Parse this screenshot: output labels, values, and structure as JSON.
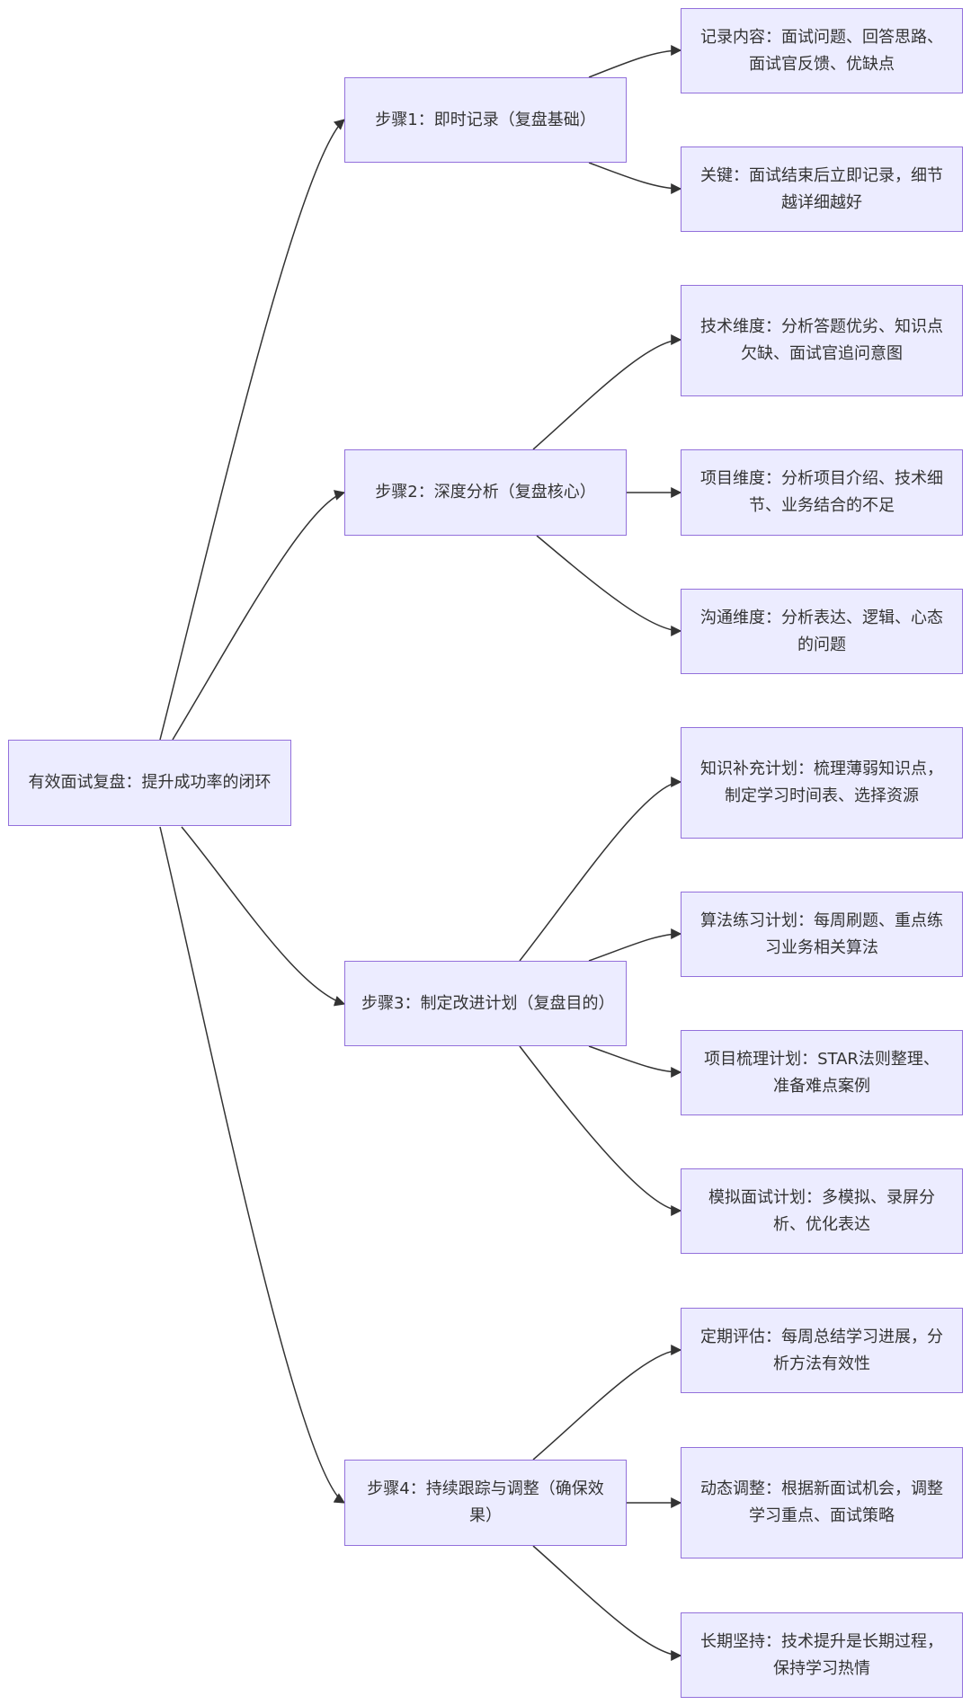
{
  "nodes": {
    "root": "有效面试复盘：提升成功率的闭环",
    "step1": "步骤1：即时记录（复盘基础）",
    "step1_content": "记录内容：面试问题、回答思路、面试官反馈、优缺点",
    "step1_key": "关键：面试结束后立即记录，细节越详细越好",
    "step2": "步骤2：深度分析（复盘核心）",
    "step2_tech": "技术维度：分析答题优劣、知识点欠缺、面试官追问意图",
    "step2_project": "项目维度：分析项目介绍、技术细节、业务结合的不足",
    "step2_comm": "沟通维度：分析表达、逻辑、心态的问题",
    "step3": "步骤3：制定改进计划（复盘目的）",
    "step3_knowledge": "知识补充计划：梳理薄弱知识点，制定学习时间表、选择资源",
    "step3_algo": "算法练习计划：每周刷题、重点练习业务相关算法",
    "step3_project": "项目梳理计划：STAR法则整理、准备难点案例",
    "step3_mock": "模拟面试计划：多模拟、录屏分析、优化表达",
    "step4": "步骤4：持续跟踪与调整（确保效果）",
    "step4_eval": "定期评估：每周总结学习进展，分析方法有效性",
    "step4_adjust": "动态调整：根据新面试机会，调整学习重点、面试策略",
    "step4_persist": "长期坚持：技术提升是长期过程，保持学习热情"
  },
  "colors": {
    "node_fill": "#ececff",
    "node_border": "#9370db",
    "edge": "#333333",
    "text": "#333333"
  }
}
